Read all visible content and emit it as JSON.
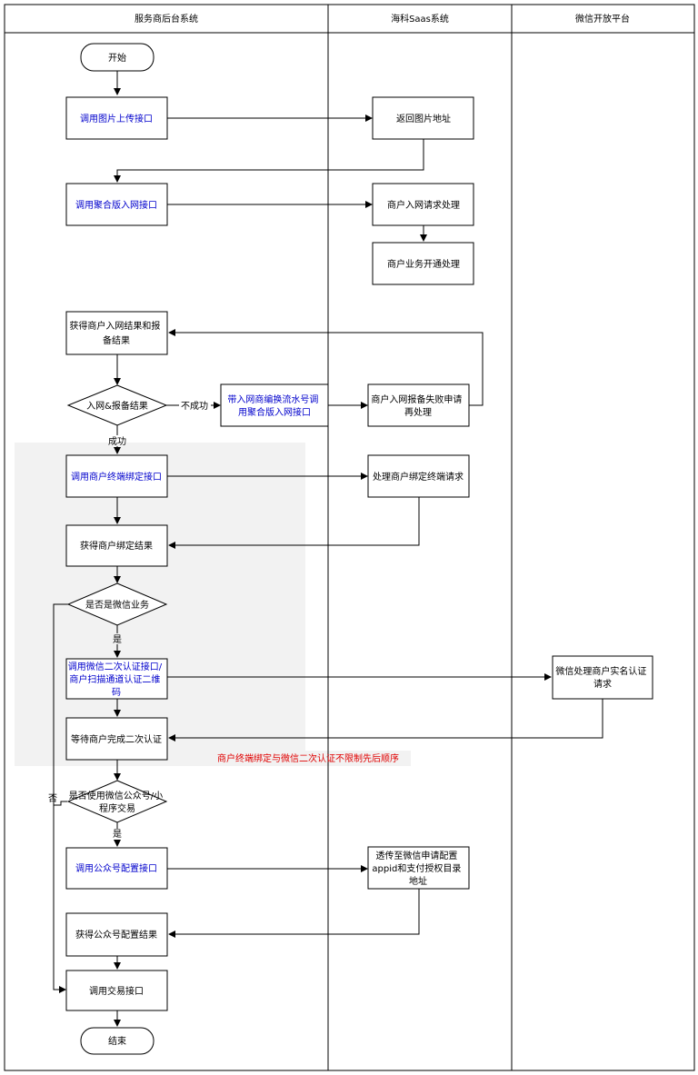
{
  "lanes": {
    "backend": "服务商后台系统",
    "saas": "海科Saas系统",
    "wechat": "微信开放平台"
  },
  "nodes": {
    "start": [
      "开始"
    ],
    "upload_api": [
      "调用图片上传接口"
    ],
    "return_image": [
      "返回图片地址"
    ],
    "aggregate_api": [
      "调用聚合版入网接口"
    ],
    "merchant_request": [
      "商户入网请求处理"
    ],
    "merchant_business": [
      "商户业务开通处理"
    ],
    "get_result": [
      "获得商户入网结果和报",
      "备结果"
    ],
    "decision_result": [
      "入网&报备结果"
    ],
    "retry_api": [
      "带入网商编换流水号调",
      "用聚合版入网接口"
    ],
    "fail_reapply": [
      "商户入网报备失败申请",
      "再处理"
    ],
    "bind_api": [
      "调用商户终端绑定接口"
    ],
    "bind_process": [
      "处理商户绑定终端请求"
    ],
    "bind_result": [
      "获得商户绑定结果"
    ],
    "decision_wechat": [
      "是否是微信业务"
    ],
    "wechat_auth_api": [
      "调用微信二次认证接口/",
      "商户扫描通道认证二维",
      "码"
    ],
    "wechat_realname": [
      "微信处理商户实名认证",
      "请求"
    ],
    "wait_auth": [
      "等待商户完成二次认证"
    ],
    "decision_mp": [
      "是否使用微信公众号/小",
      "程序交易"
    ],
    "mp_config_api": [
      "调用公众号配置接口"
    ],
    "mp_forward": [
      "透传至微信申请配置",
      "appid和支付授权目录",
      "地址"
    ],
    "mp_result": [
      "获得公众号配置结果"
    ],
    "trade_api": [
      "调用交易接口"
    ],
    "end": [
      "结束"
    ]
  },
  "edge_labels": {
    "fail": "不成功",
    "success": "成功",
    "yes1": "是",
    "yes2": "是",
    "no": "否"
  },
  "note": "商户终端绑定与微信二次认证不限制先后顺序"
}
